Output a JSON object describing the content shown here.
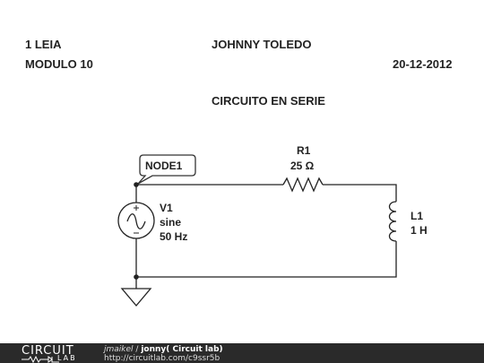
{
  "header": {
    "left_line1": "1 LEIA",
    "left_line2": "MODULO 10",
    "center_name": "JOHNNY TOLEDO",
    "date": "20-12-2012",
    "title": "CIRCUITO EN SERIE"
  },
  "schematic": {
    "node_label": "NODE1",
    "resistor": {
      "name": "R1",
      "value": "25 Ω"
    },
    "source": {
      "name": "V1",
      "type": "sine",
      "freq": "50 Hz"
    },
    "inductor": {
      "name": "L1",
      "value": "1 H"
    }
  },
  "footer": {
    "logo_top": "CIRCUIT",
    "logo_bottom": "LAB",
    "user": "jmaikel",
    "separator": "/",
    "project": "jonny( Circuit lab)",
    "url": "http://circuitlab.com/c9ssr5b"
  },
  "colors": {
    "wire": "#222222",
    "footer_bg": "#2a2a2a",
    "node_tag_border": "#333333"
  }
}
